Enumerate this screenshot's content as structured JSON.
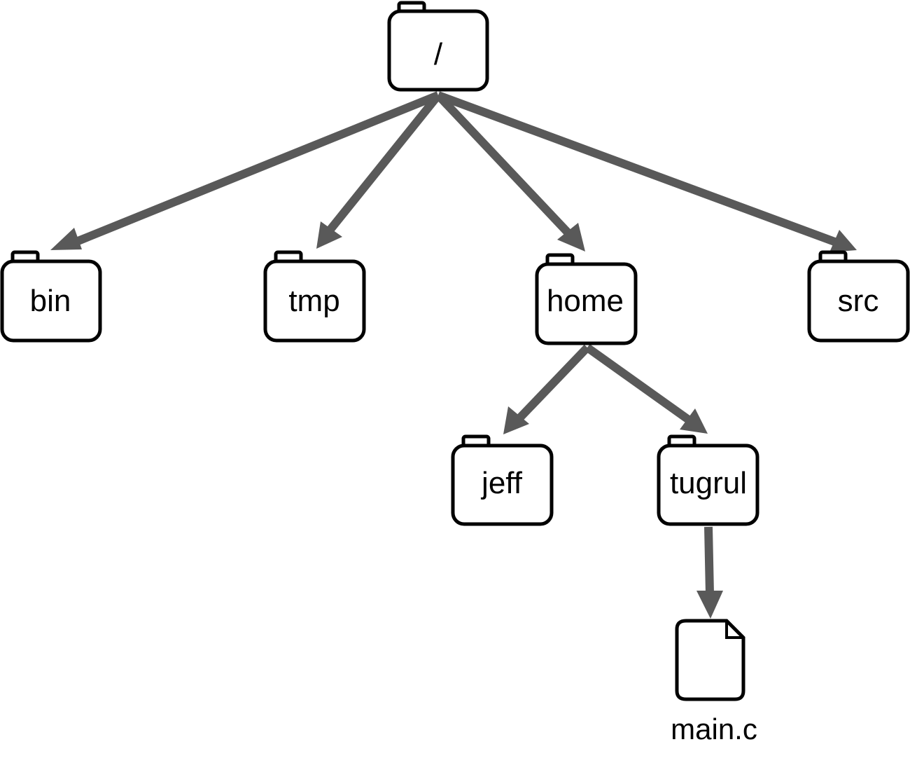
{
  "colors": {
    "edge": "#595959",
    "outline": "#000000",
    "fill": "#ffffff"
  },
  "tree": {
    "root": {
      "label": "/",
      "icon": "folder-icon"
    },
    "folders": [
      {
        "key": "bin",
        "label": "bin",
        "icon": "folder-icon",
        "parent": "/"
      },
      {
        "key": "tmp",
        "label": "tmp",
        "icon": "folder-icon",
        "parent": "/"
      },
      {
        "key": "home",
        "label": "home",
        "icon": "folder-icon",
        "parent": "/"
      },
      {
        "key": "src",
        "label": "src",
        "icon": "folder-icon",
        "parent": "/"
      },
      {
        "key": "jeff",
        "label": "jeff",
        "icon": "folder-icon",
        "parent": "home"
      },
      {
        "key": "tugrul",
        "label": "tugrul",
        "icon": "folder-icon",
        "parent": "home"
      }
    ],
    "files": [
      {
        "key": "main-c",
        "label": "main.c",
        "icon": "file-icon",
        "parent": "tugrul"
      }
    ]
  }
}
